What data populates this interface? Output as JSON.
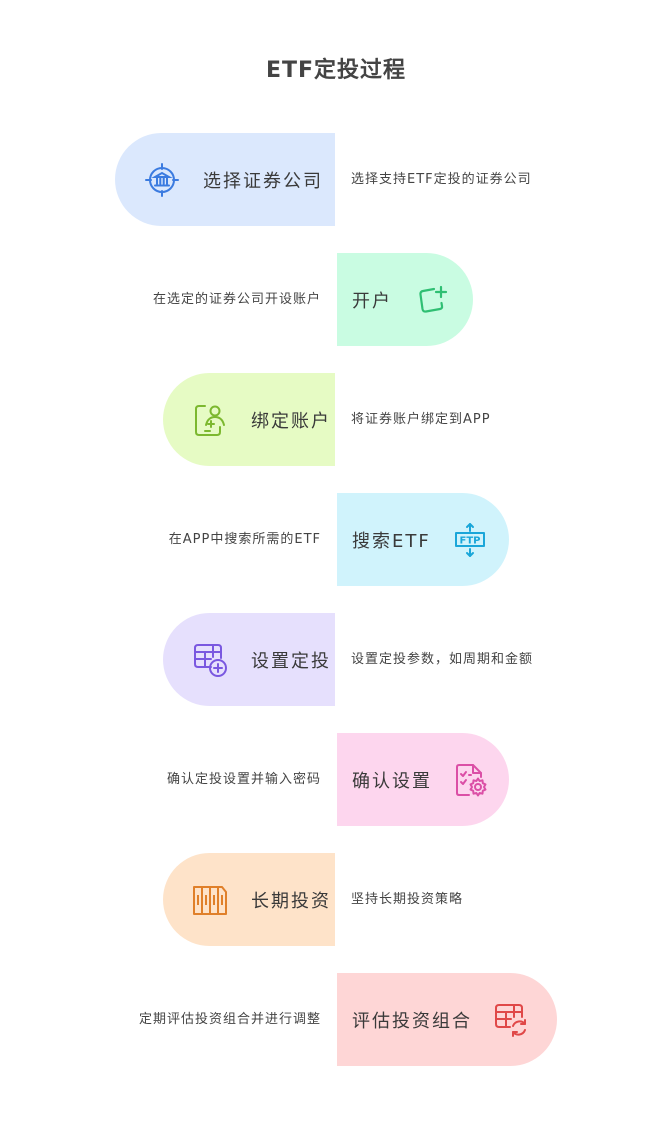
{
  "title": "ETF定投过程",
  "steps": [
    {
      "label": "选择证券公司",
      "description": "选择支持ETF定投的证券公司",
      "icon": "bank-target-icon",
      "side": "left",
      "bg": "#dbe8fd",
      "icon_color": "#3b7be0"
    },
    {
      "label": "开户",
      "description": "在选定的证券公司开设账户",
      "icon": "add-square-icon",
      "side": "right",
      "bg": "#c9fce2",
      "icon_color": "#2fbf73"
    },
    {
      "label": "绑定账户",
      "description": "将证券账户绑定到APP",
      "icon": "phone-user-add-icon",
      "side": "left",
      "bg": "#e6fbc4",
      "icon_color": "#7cb82f"
    },
    {
      "label": "搜索ETF",
      "description": "在APP中搜索所需的ETF",
      "icon": "ftp-transfer-icon",
      "side": "right",
      "bg": "#d0f3fc",
      "icon_color": "#1aa6d9"
    },
    {
      "label": "设置定投",
      "description": "设置定投参数，如周期和金额",
      "icon": "table-add-icon",
      "side": "left",
      "bg": "#e6e0fd",
      "icon_color": "#7a58e0"
    },
    {
      "label": "确认设置",
      "description": "确认定投设置并输入密码",
      "icon": "checklist-settings-icon",
      "side": "right",
      "bg": "#fdd6ee",
      "icon_color": "#db4fa6"
    },
    {
      "label": "长期投资",
      "description": "坚持长期投资策略",
      "icon": "books-icon",
      "side": "left",
      "bg": "#fee3c9",
      "icon_color": "#e0802a"
    },
    {
      "label": "评估投资组合",
      "description": "定期评估投资组合并进行调整",
      "icon": "table-refresh-icon",
      "side": "right",
      "bg": "#fed6d6",
      "icon_color": "#e04848"
    }
  ]
}
